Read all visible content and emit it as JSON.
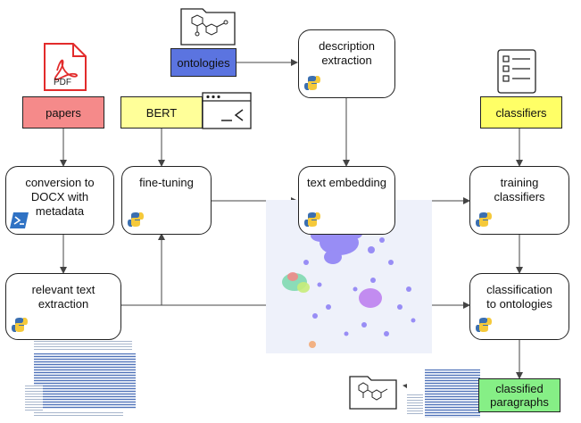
{
  "nodes": {
    "papers": "papers",
    "bert": "BERT",
    "ontologies": "ontologies",
    "classifiers": "classifiers",
    "pdf_label": "PDF",
    "conversion": [
      "conversion to",
      "DOCX with",
      "metadata"
    ],
    "finetuning": "fine-tuning",
    "description": [
      "description",
      "extraction"
    ],
    "text_embedding": "text embedding",
    "training": [
      "training",
      "classifiers"
    ],
    "relevant": [
      "relevant text",
      "extraction"
    ],
    "classification": [
      "classification",
      "to ontologies"
    ],
    "classified": [
      "classified",
      "paragraphs"
    ]
  },
  "colors": {
    "papers": "#f58a8a",
    "bert": "#ffff99",
    "ontologies": "#5b74e0",
    "classifiers": "#ffff66",
    "classified": "#86ef86",
    "python_blue": "#3b6fb0",
    "python_yellow": "#f5c93a",
    "powershell": "#2f72c4",
    "pdf_red": "#e22b2b"
  },
  "icons": [
    "pdf-icon",
    "molecule-folder-icon",
    "terminal-icon",
    "checklist-icon",
    "python-icon",
    "powershell-icon"
  ]
}
